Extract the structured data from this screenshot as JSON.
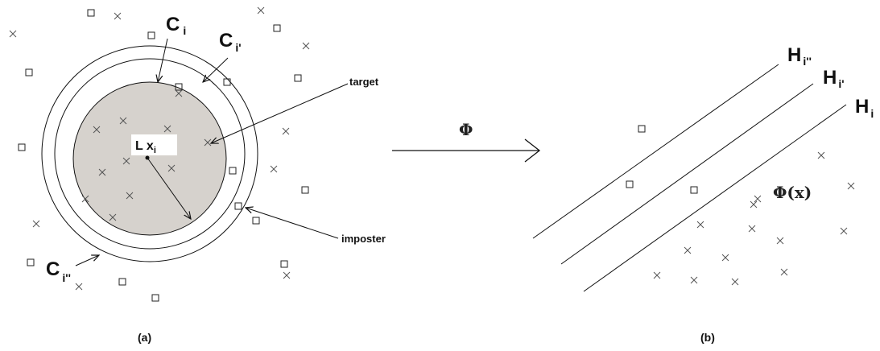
{
  "panel_a": {
    "caption": "(a)",
    "labels": {
      "c_i": {
        "main": "C",
        "sub": "i"
      },
      "c_i1": {
        "main": "C",
        "sub": "i'"
      },
      "c_i2": {
        "main": "C",
        "sub": "i''"
      },
      "center": {
        "main": "L x",
        "sub": "i"
      },
      "target": "target",
      "imposter": "imposter"
    },
    "fill_color": "#d6d2cd",
    "circle_color": "#111111"
  },
  "arrow": {
    "label": "Φ"
  },
  "panel_b": {
    "caption": "(b)",
    "labels": {
      "h_i": {
        "main": "H",
        "sub": "i"
      },
      "h_i1": {
        "main": "H",
        "sub": "i'"
      },
      "h_i2": {
        "main": "H",
        "sub": "i''"
      },
      "phi_x": "Φ(x)"
    }
  }
}
